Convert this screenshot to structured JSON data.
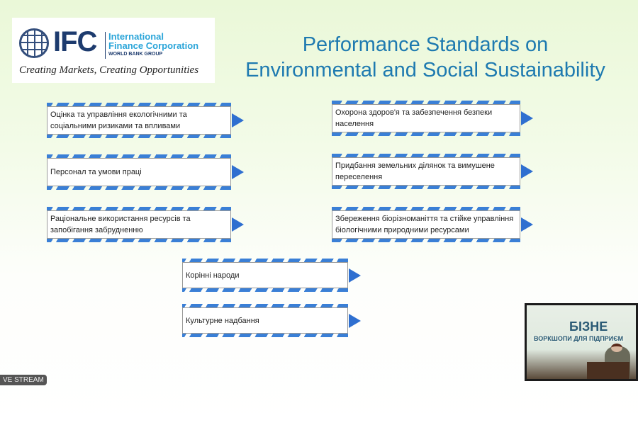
{
  "logo": {
    "acronym": "IFC",
    "name_line1": "International",
    "name_line2": "Finance Corporation",
    "group": "WORLD BANK GROUP",
    "tagline": "Creating Markets, Creating Opportunities"
  },
  "title": {
    "line1": "Performance Standards on",
    "line2": "Environmental and Social Sustainability"
  },
  "standards": [
    "Оцінка та управління екологічними та соціальними ризиками та впливами",
    "Персонал та умови праці",
    "Раціональне використання ресурсів та запобігання забрудненню",
    "Охорона здоров'я та забезпечення безпеки населення",
    "Придбання земельних ділянок та вимушене переселення",
    "Збереження біорізноманіття та стійке управління біологічними природними ресурсами",
    "Корінні народи",
    "Культурне надбання"
  ],
  "video": {
    "heading": "БІЗНЕ",
    "subheading": "ВОРКШОПИ ДЛЯ ПІДПРИЄМ"
  },
  "live_badge": "VE STREAM",
  "colors": {
    "title": "#1e7ab0",
    "arrow": "#2f6fd0",
    "stripe": "#3a7fd6"
  }
}
